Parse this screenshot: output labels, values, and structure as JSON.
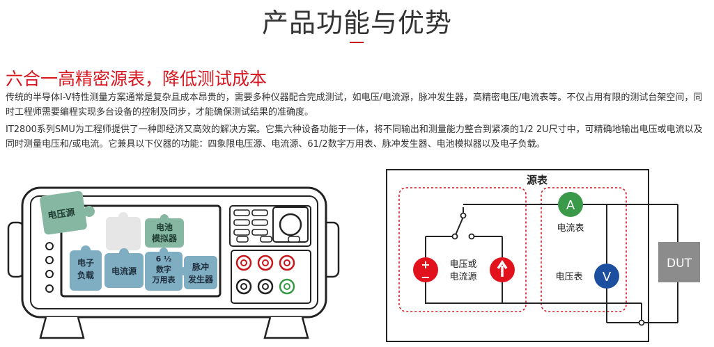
{
  "page": {
    "title": "产品功能与优势"
  },
  "section": {
    "heading": "六合一高精密源表，降低测试成本",
    "paragraphs": [
      "传统的半导体I-V特性测量方案通常是复杂且成本昂贵的，需要多种仪器配合完成测试，如电压/电流源，脉冲发生器，高精密电压/电流表等。不仅占用有限的测试台架空间，同时工程师需要编程实现多台设备的控制及同步，才能确保测试结果的准确度。",
      "IT2800系列SMU为工程师提供了一种即经济又高效的解决方案。它集六种设备功能于一体，将不同输出和测量能力整合到紧凑的1/2 2U尺寸中，可精确地输出电压或电流以及同时测量电压和/或电流。它兼具以下仪器的功能：四象限电压源、电流源、61/2数字万用表、脉冲发生器、电池模拟器以及电子负载。"
    ]
  },
  "device": {
    "puzzle_labels": {
      "voltage_source": "电压源",
      "battery_sim_1": "电池",
      "battery_sim_2": "模拟器",
      "e_load_1": "电子",
      "e_load_2": "负载",
      "current_source": "电流源",
      "dmm_1": "6 ½",
      "dmm_2": "数字",
      "dmm_3": "万用表",
      "pulse_1": "脉冲",
      "pulse_2": "发生器"
    }
  },
  "circuit": {
    "box_title": "源表",
    "source_label_1": "电压或",
    "source_label_2": "电流源",
    "ammeter_label": "电流表",
    "voltmeter_label": "电压表",
    "ammeter_symbol": "A",
    "voltmeter_symbol": "V",
    "plus": "+",
    "minus": "−",
    "dut": "DUT"
  },
  "colors": {
    "brand_red": "#d7171f",
    "puzzle_green": "#86b7a3",
    "puzzle_blue": "#7fadc2",
    "ammeter_green": "#3a9a4a",
    "voltmeter_blue": "#1d4fa0",
    "dut_gray": "#8c8c8c"
  }
}
